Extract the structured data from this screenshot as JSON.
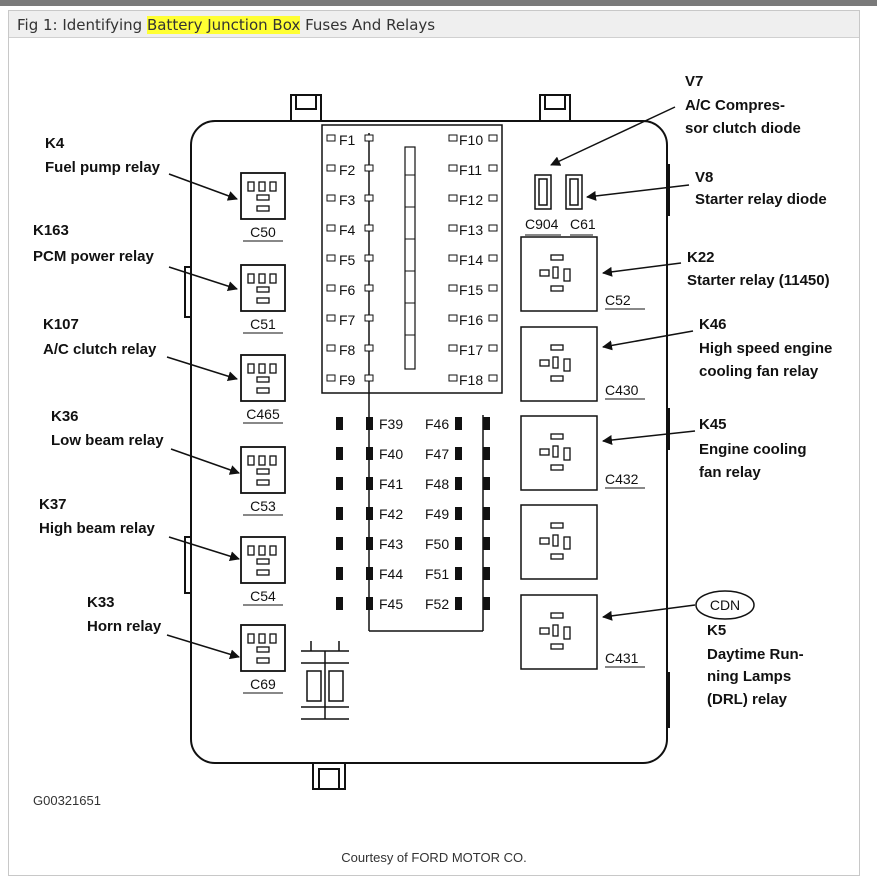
{
  "caption": {
    "prefix": "Fig 1: Identifying ",
    "highlight": "Battery Junction Box",
    "suffix": " Fuses And Relays"
  },
  "left_relays": [
    {
      "code": "K4",
      "name": "Fuel pump relay",
      "connector": "C50"
    },
    {
      "code": "K163",
      "name": "PCM power relay",
      "connector": "C51"
    },
    {
      "code": "K107",
      "name": "A/C clutch relay",
      "connector": "C465"
    },
    {
      "code": "K36",
      "name": "Low beam relay",
      "connector": "C53"
    },
    {
      "code": "K37",
      "name": "High beam relay",
      "connector": "C54"
    },
    {
      "code": "K33",
      "name": "Horn relay",
      "connector": "C69"
    }
  ],
  "mini_fuses_left": [
    "F1",
    "F2",
    "F3",
    "F4",
    "F5",
    "F6",
    "F7",
    "F8",
    "F9"
  ],
  "mini_fuses_right": [
    "F10",
    "F11",
    "F12",
    "F13",
    "F14",
    "F15",
    "F16",
    "F17",
    "F18"
  ],
  "maxi_fuses_left": [
    "F39",
    "F40",
    "F41",
    "F42",
    "F43",
    "F44",
    "F45"
  ],
  "maxi_fuses_right": [
    "F46",
    "F47",
    "F48",
    "F49",
    "F50",
    "F51",
    "F52"
  ],
  "diodes": [
    {
      "connector": "C904"
    },
    {
      "connector": "C61"
    }
  ],
  "right_relay_connectors": [
    "C52",
    "C430",
    "C432",
    "",
    "C431"
  ],
  "right_labels": {
    "v7": {
      "code": "V7",
      "line1": "A/C Compres-",
      "line2": "sor clutch diode"
    },
    "v8": {
      "code": "V8",
      "line1": "Starter relay diode"
    },
    "k22": {
      "code": "K22",
      "line1": "Starter relay  (11450)"
    },
    "k46": {
      "code": "K46",
      "line1": "High speed engine",
      "line2": "cooling fan relay"
    },
    "k45": {
      "code": "K45",
      "line1": "Engine cooling",
      "line2": "fan relay"
    },
    "k5": {
      "badge": "CDN",
      "code": "K5",
      "line1": "Daytime Run-",
      "line2": "ning Lamps",
      "line3": "(DRL) relay"
    }
  },
  "figure_id": "G00321651",
  "courtesy": "Courtesy of FORD MOTOR CO."
}
